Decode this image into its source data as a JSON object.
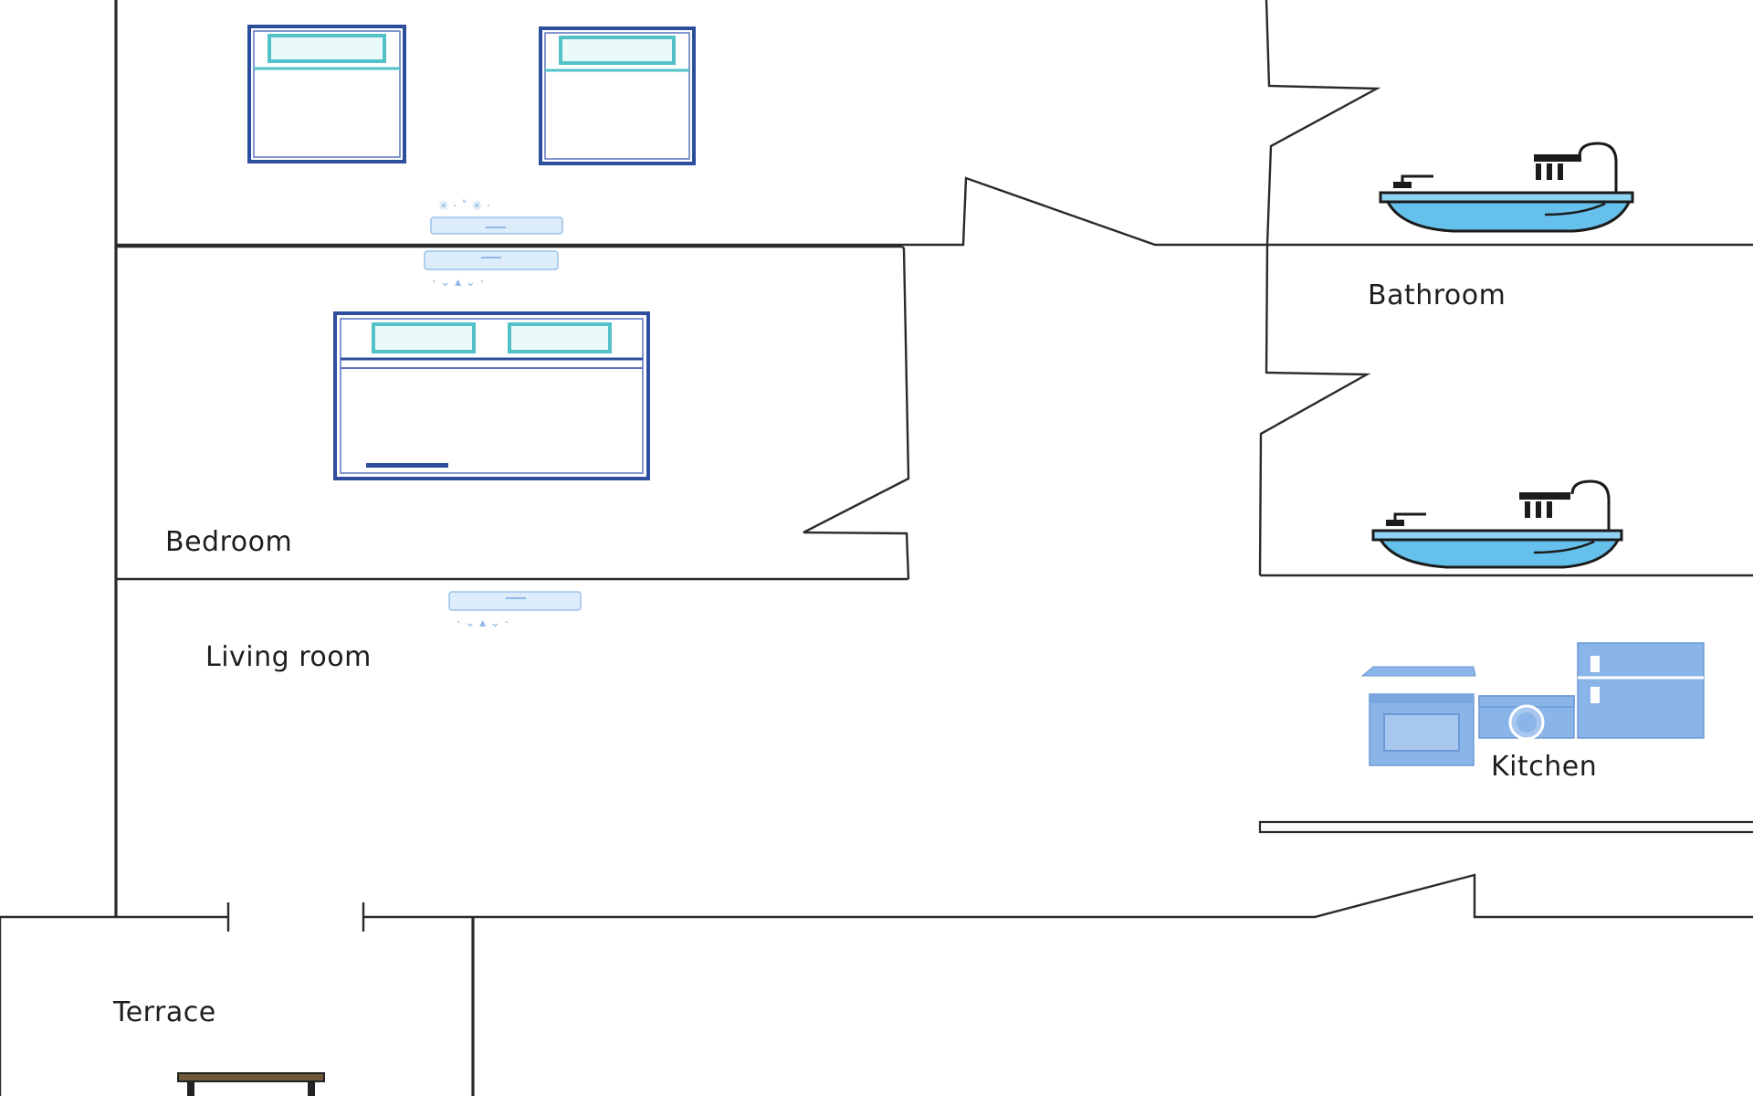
{
  "rooms": {
    "bedroom": "Bedroom",
    "bathroom": "Bathroom",
    "living_room": "Living room",
    "kitchen": "Kitchen",
    "terrace": "Terrace"
  },
  "colors": {
    "wall": "#2a2a2a",
    "bed_frame": "#2c4e9c",
    "pillow": "#52c2c8",
    "bathtub": "#66c0ec",
    "appliance": "#8ab5e8",
    "air_conditioner": "#dcecfb"
  },
  "icons": {
    "single_bed": "single-bed-icon",
    "double_bed": "double-bed-icon",
    "air_conditioner": "air-conditioner-icon",
    "bathtub": "bathtub-icon",
    "stove": "stove-icon",
    "washing_machine": "washing-machine-icon",
    "refrigerator": "refrigerator-icon",
    "table": "table-icon"
  }
}
